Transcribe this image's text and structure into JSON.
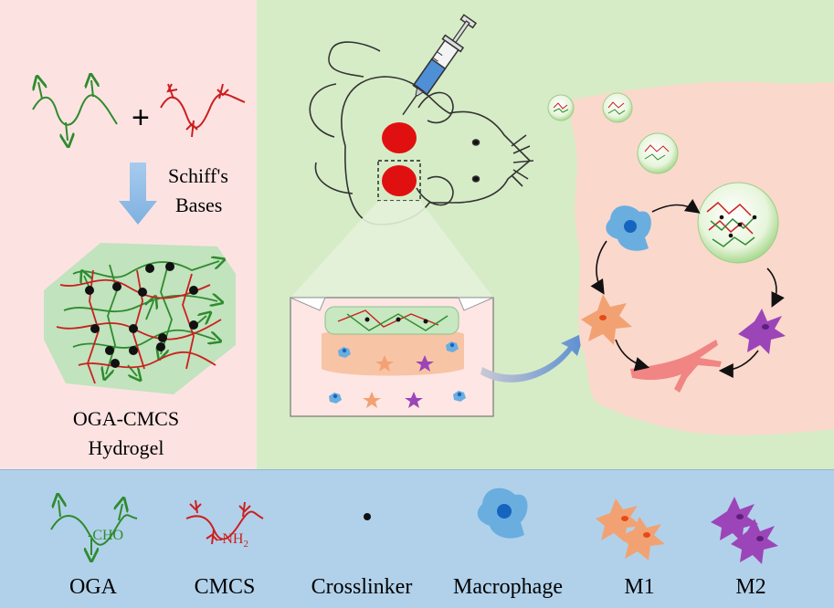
{
  "synthesis": {
    "plus_sign": "+",
    "reaction_line1": "Schiff's",
    "reaction_line2": "Bases",
    "product_line1": "OGA-CMCS",
    "product_line2": "Hydrogel"
  },
  "legend": {
    "oga_group": "-CHO",
    "cmcs_group": "-NH",
    "cmcs_group_sub": "2",
    "items": [
      {
        "label": "OGA"
      },
      {
        "label": "CMCS"
      },
      {
        "label": "Crosslinker"
      },
      {
        "label": "Macrophage"
      },
      {
        "label": "M1"
      },
      {
        "label": "M2"
      }
    ]
  },
  "colors": {
    "oga_green": "#2e8b2e",
    "cmcs_red": "#cc1f1f",
    "macrophage_blue": "#6aaee0",
    "m1_orange": "#f2a272",
    "m2_purple": "#9c45b8",
    "injection_red": "#e01010",
    "left_bg": "#fce3e2",
    "right_bg": "#d6ecc7",
    "legend_bg": "#b1d1ea"
  },
  "icons": [
    "syringe-icon",
    "mouse-icon",
    "wound-cross-section-icon",
    "macrophage-icon",
    "m1-cell-icon",
    "m2-cell-icon",
    "blood-vessel-icon",
    "hydrogel-sphere-icon",
    "arrow-icon"
  ]
}
